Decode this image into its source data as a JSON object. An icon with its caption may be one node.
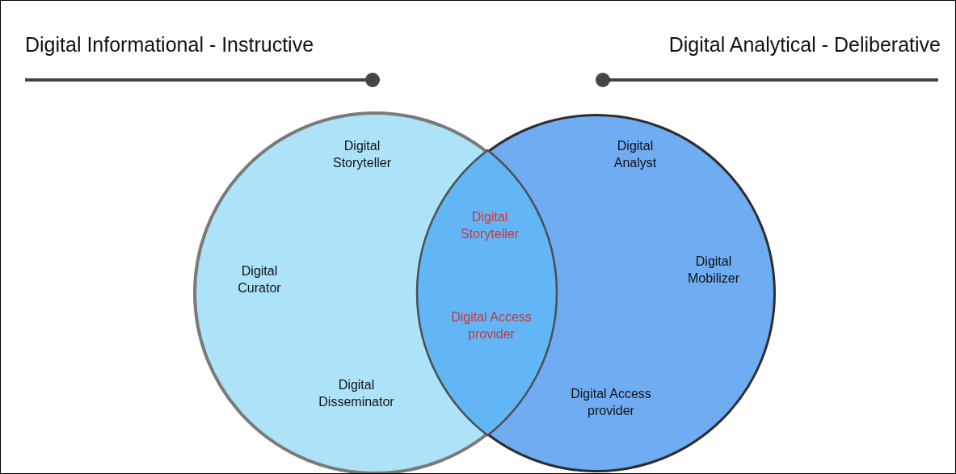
{
  "diagram": {
    "nodes": [
      {
        "text": [
          "Digital Storyteller",
          "Digital Curator",
          "Digital Disseminator"
        ]
      },
      {
        "text": [
          "Digital Analyst",
          "Digital Mobilizer",
          "Digital Access provider"
        ]
      },
      {
        "text": [
          "Digital Storyteller",
          "Digital Access provider"
        ]
      }
    ],
    "labels": [
      "Digital Informational - Instructive",
      "Digital Analytical - Deliberative"
    ]
  }
}
